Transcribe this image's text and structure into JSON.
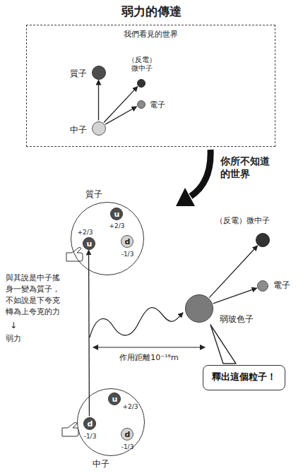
{
  "diagram": {
    "title": "弱力的傳達",
    "nodes": [
      {
        "text": [
          "我們看見的世界"
        ]
      },
      {
        "text": [
          "質子"
        ],
        "in": 0
      },
      {
        "text": [
          "（反電） 微中子"
        ],
        "in": 0
      },
      {
        "text": [
          "電子"
        ],
        "in": 0
      },
      {
        "text": [
          "中子"
        ],
        "in": 0
      },
      {
        "text": [
          "質子"
        ]
      },
      {
        "text": [
          "u",
          "+2/3"
        ],
        "in": 5
      },
      {
        "text": [
          "u",
          "+2/3"
        ],
        "in": 5
      },
      {
        "text": [
          "d",
          "-1/3"
        ],
        "in": 5
      },
      {
        "text": [
          "弱玻色子"
        ]
      },
      {
        "text": [
          "（反電）微中子"
        ]
      },
      {
        "text": [
          "電子"
        ]
      },
      {
        "text": [
          "釋出這個粒子！"
        ]
      },
      {
        "text": [
          "中子"
        ]
      },
      {
        "text": [
          "u",
          "+2/3"
        ],
        "in": 13
      },
      {
        "text": [
          "d",
          "-1/3"
        ],
        "in": 13
      },
      {
        "text": [
          "d",
          "-1/3"
        ],
        "in": 13
      }
    ],
    "edges": [
      {
        "from": 4,
        "to": 1,
        "arrow": "to"
      },
      {
        "from": 4,
        "to": 2,
        "arrow": "to"
      },
      {
        "from": 4,
        "to": 3,
        "arrow": "to"
      },
      {
        "from": 15,
        "to": 7,
        "arrow": "to"
      },
      {
        "from": 9,
        "to": 10,
        "arrow": "to"
      },
      {
        "from": 9,
        "to": 11,
        "arrow": "to"
      }
    ],
    "labels": [
      "你所不知道的世界",
      "與其說是中子搖身一變為質子，不如說是下夸克轉為上夸克的力",
      "↓",
      "弱力",
      "作用距離10⁻¹⁸m"
    ]
  }
}
